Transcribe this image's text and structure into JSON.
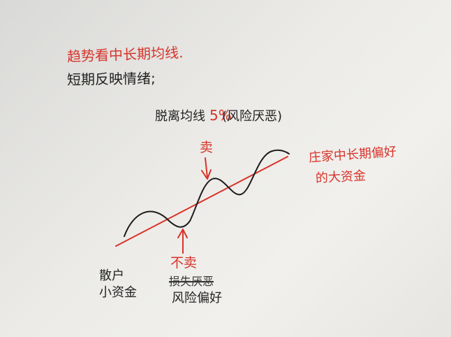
{
  "notes": {
    "title_red": "趋势看中长期均线.",
    "title_black": "短期反映情绪;",
    "deviation_note": "脱离均线",
    "deviation_pct": "5%",
    "deviation_risk": "(风险厌恶)",
    "sell_label": "卖",
    "long_term_line": "庄家中长期偏好",
    "big_fund": "的大资金",
    "no_sell": "不卖",
    "retail": "散户",
    "small_fund": "小资金",
    "struck_text": "损失厌恶",
    "risk_pref": "风险偏好"
  },
  "colors": {
    "red_ink": "#d8342a",
    "black_ink": "#222222"
  }
}
